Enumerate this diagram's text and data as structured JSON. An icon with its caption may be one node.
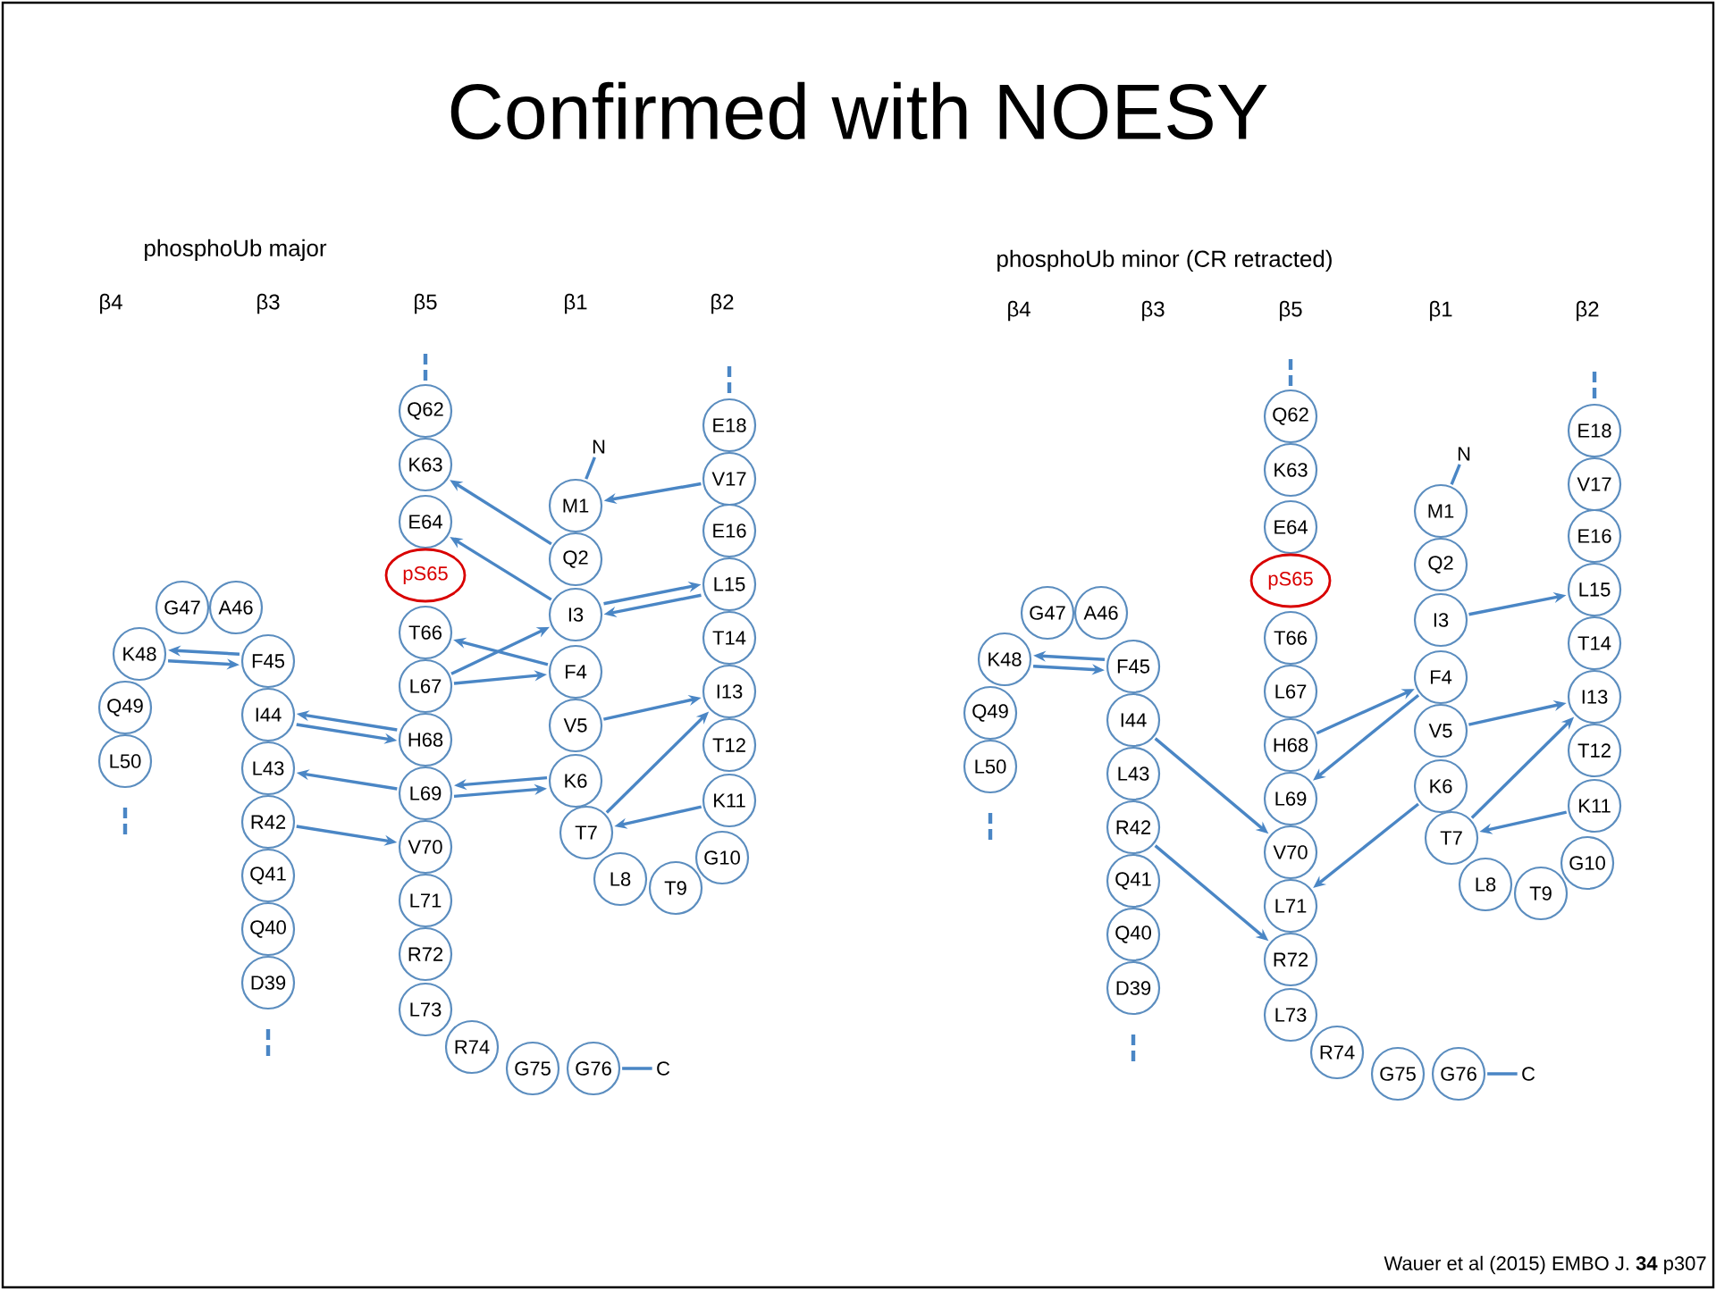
{
  "diagram": {
    "title": "Confirmed with NOESY",
    "nodes": [
      {
        "text": [
          "Q62"
        ]
      },
      {
        "text": [
          "K63"
        ]
      },
      {
        "text": [
          "E64"
        ]
      },
      {
        "text": [
          "pS65"
        ]
      },
      {
        "text": [
          "T66"
        ]
      },
      {
        "text": [
          "L67"
        ]
      },
      {
        "text": [
          "H68"
        ]
      },
      {
        "text": [
          "L69"
        ]
      },
      {
        "text": [
          "V70"
        ]
      },
      {
        "text": [
          "L71"
        ]
      },
      {
        "text": [
          "R72"
        ]
      },
      {
        "text": [
          "L73"
        ]
      },
      {
        "text": [
          "R74"
        ]
      },
      {
        "text": [
          "G75"
        ]
      },
      {
        "text": [
          "G76"
        ]
      },
      {
        "text": [
          "M1"
        ]
      },
      {
        "text": [
          "Q2"
        ]
      },
      {
        "text": [
          "I3"
        ]
      },
      {
        "text": [
          "F4"
        ]
      },
      {
        "text": [
          "V5"
        ]
      },
      {
        "text": [
          "K6"
        ]
      },
      {
        "text": [
          "T7"
        ]
      },
      {
        "text": [
          "L8"
        ]
      },
      {
        "text": [
          "T9"
        ]
      },
      {
        "text": [
          "G10"
        ]
      },
      {
        "text": [
          "E18"
        ]
      },
      {
        "text": [
          "V17"
        ]
      },
      {
        "text": [
          "E16"
        ]
      },
      {
        "text": [
          "L15"
        ]
      },
      {
        "text": [
          "T14"
        ]
      },
      {
        "text": [
          "I13"
        ]
      },
      {
        "text": [
          "T12"
        ]
      },
      {
        "text": [
          "K11"
        ]
      },
      {
        "text": [
          "G47"
        ]
      },
      {
        "text": [
          "A46"
        ]
      },
      {
        "text": [
          "F45"
        ]
      },
      {
        "text": [
          "I44"
        ]
      },
      {
        "text": [
          "L43"
        ]
      },
      {
        "text": [
          "R42"
        ]
      },
      {
        "text": [
          "Q41"
        ]
      },
      {
        "text": [
          "Q40"
        ]
      },
      {
        "text": [
          "D39"
        ]
      },
      {
        "text": [
          "K48"
        ]
      },
      {
        "text": [
          "Q49"
        ]
      },
      {
        "text": [
          "L50"
        ]
      },
      {
        "text": [
          "Q62"
        ]
      },
      {
        "text": [
          "K63"
        ]
      },
      {
        "text": [
          "E64"
        ]
      },
      {
        "text": [
          "pS65"
        ]
      },
      {
        "text": [
          "T66"
        ]
      },
      {
        "text": [
          "L67"
        ]
      },
      {
        "text": [
          "H68"
        ]
      },
      {
        "text": [
          "L69"
        ]
      },
      {
        "text": [
          "V70"
        ]
      },
      {
        "text": [
          "L71"
        ]
      },
      {
        "text": [
          "R72"
        ]
      },
      {
        "text": [
          "L73"
        ]
      },
      {
        "text": [
          "R74"
        ]
      },
      {
        "text": [
          "G75"
        ]
      },
      {
        "text": [
          "G76"
        ]
      },
      {
        "text": [
          "M1"
        ]
      },
      {
        "text": [
          "Q2"
        ]
      },
      {
        "text": [
          "I3"
        ]
      },
      {
        "text": [
          "F4"
        ]
      },
      {
        "text": [
          "V5"
        ]
      },
      {
        "text": [
          "K6"
        ]
      },
      {
        "text": [
          "T7"
        ]
      },
      {
        "text": [
          "L8"
        ]
      },
      {
        "text": [
          "T9"
        ]
      },
      {
        "text": [
          "G10"
        ]
      },
      {
        "text": [
          "E18"
        ]
      },
      {
        "text": [
          "V17"
        ]
      },
      {
        "text": [
          "E16"
        ]
      },
      {
        "text": [
          "L15"
        ]
      },
      {
        "text": [
          "T14"
        ]
      },
      {
        "text": [
          "I13"
        ]
      },
      {
        "text": [
          "T12"
        ]
      },
      {
        "text": [
          "K11"
        ]
      },
      {
        "text": [
          "G47"
        ]
      },
      {
        "text": [
          "A46"
        ]
      },
      {
        "text": [
          "F45"
        ]
      },
      {
        "text": [
          "I44"
        ]
      },
      {
        "text": [
          "L43"
        ]
      },
      {
        "text": [
          "R42"
        ]
      },
      {
        "text": [
          "Q41"
        ]
      },
      {
        "text": [
          "Q40"
        ]
      },
      {
        "text": [
          "D39"
        ]
      },
      {
        "text": [
          "K48"
        ]
      },
      {
        "text": [
          "Q49"
        ]
      },
      {
        "text": [
          "L50"
        ]
      },
      {
        "text": [
          "N"
        ]
      },
      {
        "text": [
          "C"
        ]
      },
      {
        "text": [
          "N"
        ]
      },
      {
        "text": [
          "C"
        ]
      }
    ],
    "edges": [
      {
        "from": 16,
        "to": 1,
        "arrow": "to"
      },
      {
        "from": 17,
        "to": 2,
        "arrow": "to"
      },
      {
        "from": 26,
        "to": 15,
        "arrow": "to"
      },
      {
        "from": 17,
        "to": 28,
        "arrow": "to"
      },
      {
        "from": 28,
        "to": 17,
        "arrow": "to"
      },
      {
        "from": 35,
        "to": 42,
        "arrow": "to"
      },
      {
        "from": 42,
        "to": 35,
        "arrow": "to"
      },
      {
        "from": 18,
        "to": 4,
        "arrow": "to"
      },
      {
        "from": 5,
        "to": 17,
        "arrow": "to"
      },
      {
        "from": 5,
        "to": 18,
        "arrow": "to"
      },
      {
        "from": 6,
        "to": 36,
        "arrow": "to"
      },
      {
        "from": 36,
        "to": 6,
        "arrow": "to"
      },
      {
        "from": 19,
        "to": 30,
        "arrow": "to"
      },
      {
        "from": 7,
        "to": 37,
        "arrow": "to"
      },
      {
        "from": 20,
        "to": 7,
        "arrow": "to"
      },
      {
        "from": 7,
        "to": 20,
        "arrow": "to"
      },
      {
        "from": 21,
        "to": 30,
        "arrow": "to"
      },
      {
        "from": 32,
        "to": 21,
        "arrow": "to"
      },
      {
        "from": 38,
        "to": 8,
        "arrow": "to"
      },
      {
        "from": 62,
        "to": 73,
        "arrow": "to"
      },
      {
        "from": 80,
        "to": 87,
        "arrow": "to"
      },
      {
        "from": 87,
        "to": 80,
        "arrow": "to"
      },
      {
        "from": 51,
        "to": 63,
        "arrow": "to"
      },
      {
        "from": 63,
        "to": 52,
        "arrow": "to"
      },
      {
        "from": 64,
        "to": 75,
        "arrow": "to"
      },
      {
        "from": 66,
        "to": 75,
        "arrow": "to"
      },
      {
        "from": 77,
        "to": 66,
        "arrow": "to"
      },
      {
        "from": 65,
        "to": 54,
        "arrow": "to"
      },
      {
        "from": 81,
        "to": 53,
        "arrow": "to"
      },
      {
        "from": 83,
        "to": 55,
        "arrow": "to"
      },
      {
        "from": 15,
        "to": 90,
        "arrow": "none"
      },
      {
        "from": 14,
        "to": 91,
        "arrow": "none"
      },
      {
        "from": 60,
        "to": 92,
        "arrow": "none"
      },
      {
        "from": 59,
        "to": 93,
        "arrow": "none"
      }
    ],
    "labels": [
      "phosphoUb major",
      "phosphoUb minor (CR retracted)",
      "β4",
      "β3",
      "β5",
      "β1",
      "β2",
      "β4",
      "β3",
      "β5",
      "β1",
      "β2",
      "Wauer et al (2015) EMBO J. **34** p307"
    ]
  }
}
